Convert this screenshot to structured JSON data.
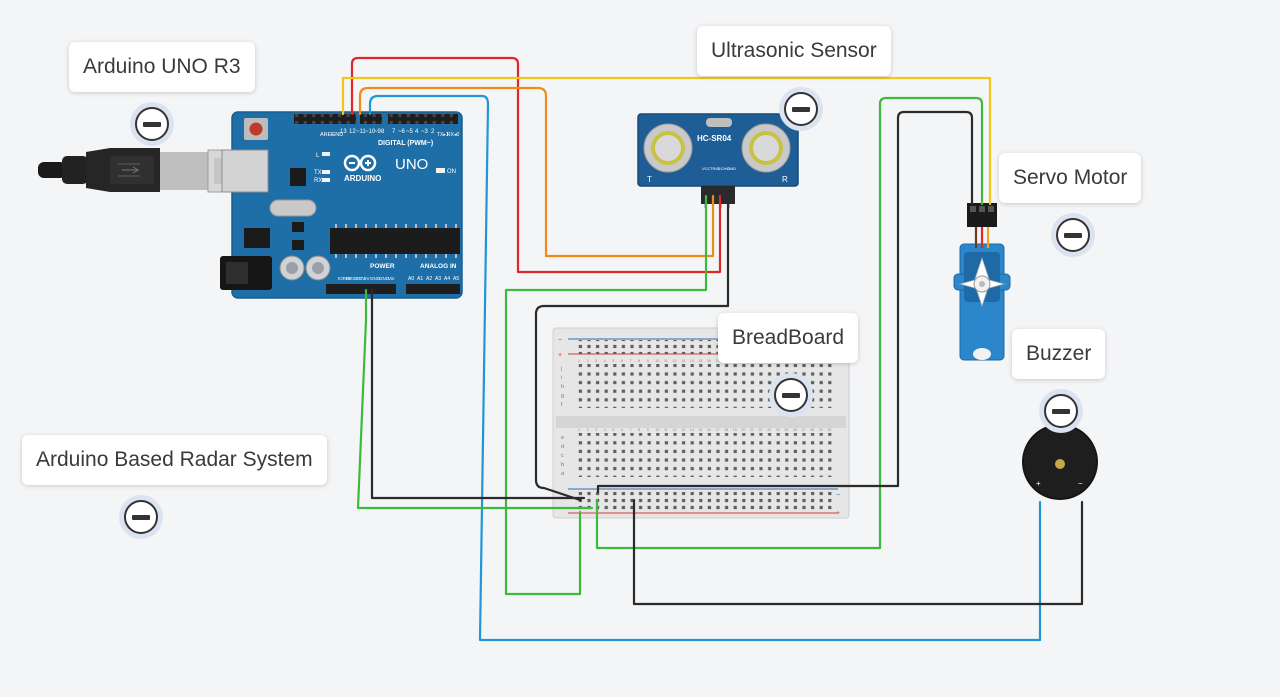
{
  "diagram": {
    "callouts": {
      "arduino": "Arduino UNO R3",
      "ultrasonic": "Ultrasonic Sensor",
      "servo": "Servo Motor",
      "breadboard": "BreadBoard",
      "buzzer": "Buzzer",
      "project": "Arduino Based Radar System"
    },
    "arduino_board": {
      "brand": "ARDUINO",
      "model": "UNO",
      "digital_header": "DIGITAL (PWM~)",
      "power_header": "POWER",
      "analog_header": "ANALOG IN",
      "on_label": "ON",
      "aref": "AREF",
      "gnd": "GND",
      "tx": "TX",
      "rx": "RX",
      "l": "L",
      "pin_13": "13",
      "pin_12": "12",
      "pin_11": "~11",
      "pin_10": "~10",
      "pin_9": "~9",
      "pin_8": "8",
      "pin_7": "7",
      "pin_6": "~6",
      "pin_5": "~5",
      "pin_4": "4",
      "pin_3": "~3",
      "pin_2": "2",
      "pin_tx1": "TX▸1",
      "pin_rx0": "RX◂0",
      "pin_ioref": "IOREF",
      "pin_reset": "RESET",
      "pin_33v": "3.3V",
      "pin_5v": "5V",
      "pin_gnd1": "GND",
      "pin_gnd2": "GND",
      "pin_vin": "Vin",
      "pin_a0": "A0",
      "pin_a1": "A1",
      "pin_a2": "A2",
      "pin_a3": "A3",
      "pin_a4": "A4",
      "pin_a5": "A5"
    },
    "sensor": {
      "model": "HC-SR04",
      "left": "T",
      "right": "R",
      "pins": [
        "VCC",
        "TRIG",
        "ECHO",
        "GND"
      ]
    },
    "buzzer": {
      "plus": "+",
      "minus": "−"
    },
    "breadboard": {
      "plus": "+",
      "minus": "−",
      "rows_top": [
        "j",
        "i",
        "h",
        "g",
        "f"
      ],
      "rows_bottom": [
        "e",
        "d",
        "c",
        "b",
        "a"
      ],
      "columns": 30
    },
    "colors": {
      "red": "#e0262a",
      "yellow": "#f0c81a",
      "orange": "#ef8c17",
      "blue": "#1f97d6",
      "green": "#3dba3d",
      "black": "#2b2b2b",
      "board": "#1e6fa8"
    }
  }
}
